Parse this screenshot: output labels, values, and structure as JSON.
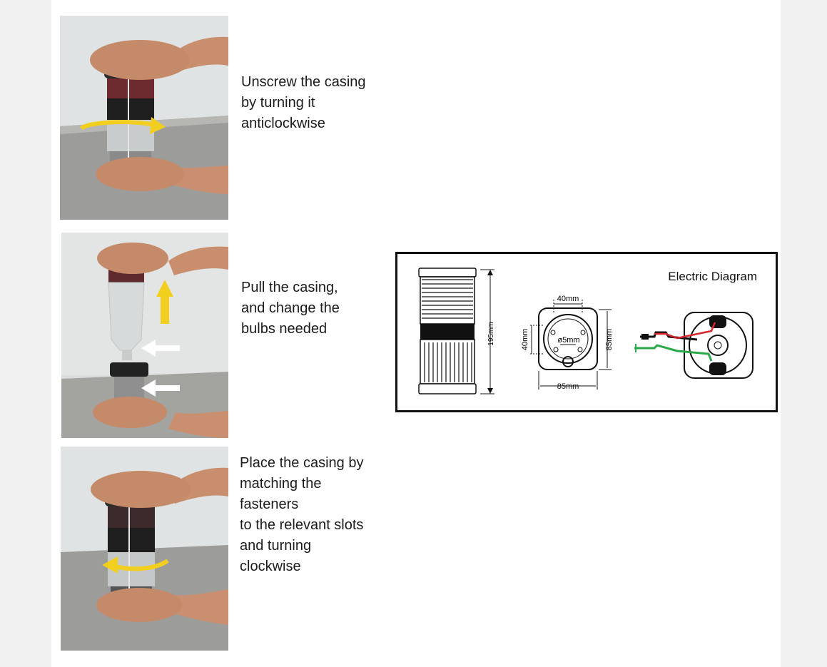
{
  "steps": [
    {
      "text": "Unscrew the casing\nby turning it\nanticlockwise"
    },
    {
      "text": "Pull the casing,\nand change the\nbulbs needed"
    },
    {
      "text": "Place the casing by\nmatching the\nfasteners\nto the relevant slots\nand turning\nclockwise"
    }
  ],
  "diagram": {
    "title": "Electric Diagram",
    "dimensions": {
      "height": "195mm",
      "top_width": "40mm",
      "side_height": "40mm",
      "hole": "ø5mm",
      "base_height": "85mm",
      "base_width": "85mm"
    }
  },
  "colors": {
    "arrow": "#f2cf1f",
    "wire_red": "#d8262c",
    "wire_green": "#2aa84a"
  }
}
